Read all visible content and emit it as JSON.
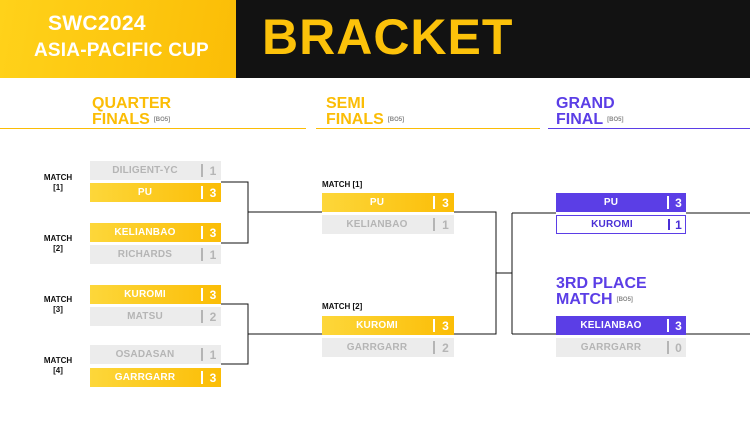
{
  "header": {
    "event_line1": "SWC2024",
    "event_line2": "ASIA-PACIFIC CUP",
    "title": "BRACKET"
  },
  "rounds": {
    "quarter": {
      "title_line1": "QUARTER",
      "title_line2": "FINALS",
      "format": "[BO5]"
    },
    "semi": {
      "title_line1": "SEMI",
      "title_line2": "FINALS",
      "format": "[BO5]"
    },
    "grand": {
      "title_line1": "GRAND",
      "title_line2": "FINAL",
      "format": "[BO5]"
    },
    "third": {
      "title_line1": "3RD PLACE",
      "title_line2": "MATCH",
      "format": "[BO5]"
    }
  },
  "quarter_finals": [
    {
      "label_line1": "MATCH",
      "label_line2": "[1]",
      "top": {
        "name": "DILIGENT-YC",
        "score": "1"
      },
      "bottom": {
        "name": "PU",
        "score": "3"
      }
    },
    {
      "label_line1": "MATCH",
      "label_line2": "[2]",
      "top": {
        "name": "KELIANBAO",
        "score": "3"
      },
      "bottom": {
        "name": "RICHARDS",
        "score": "1"
      }
    },
    {
      "label_line1": "MATCH",
      "label_line2": "[3]",
      "top": {
        "name": "KUROMI",
        "score": "3"
      },
      "bottom": {
        "name": "MATSU",
        "score": "2"
      }
    },
    {
      "label_line1": "MATCH",
      "label_line2": "[4]",
      "top": {
        "name": "OSADASAN",
        "score": "1"
      },
      "bottom": {
        "name": "GARRGARR",
        "score": "3"
      }
    }
  ],
  "semi_finals": [
    {
      "label": "MATCH [1]",
      "top": {
        "name": "PU",
        "score": "3"
      },
      "bottom": {
        "name": "KELIANBAO",
        "score": "1"
      }
    },
    {
      "label": "MATCH [2]",
      "top": {
        "name": "KUROMI",
        "score": "3"
      },
      "bottom": {
        "name": "GARRGARR",
        "score": "2"
      }
    }
  ],
  "grand_final": {
    "top": {
      "name": "PU",
      "score": "3"
    },
    "bottom": {
      "name": "KUROMI",
      "score": "1"
    }
  },
  "third_place": {
    "top": {
      "name": "KELIANBAO",
      "score": "3"
    },
    "bottom": {
      "name": "GARRGARR",
      "score": "0"
    }
  },
  "colors": {
    "yellow": "#fbbd06",
    "purple": "#5b3ee6",
    "dark": "#121212",
    "grey": "#ececec"
  }
}
